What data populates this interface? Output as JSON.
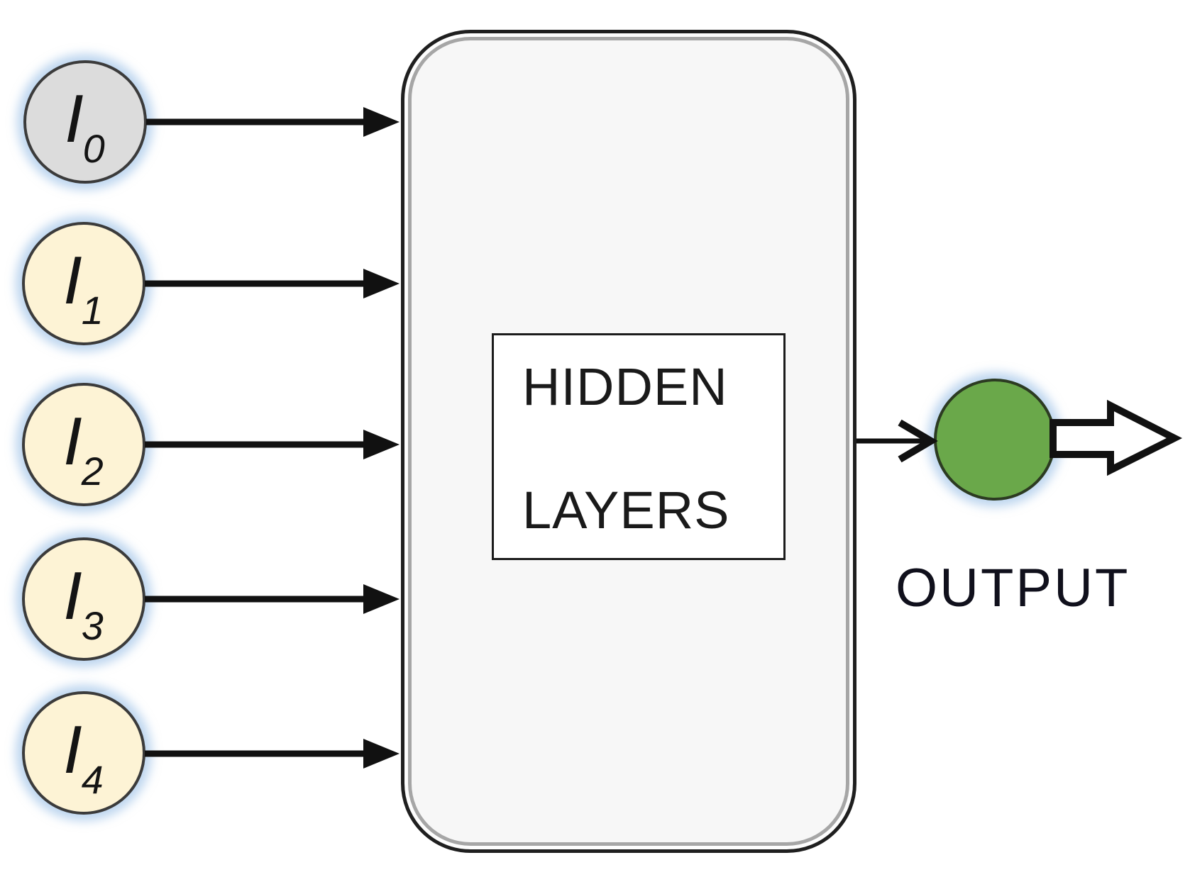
{
  "diagram": {
    "inputs": [
      {
        "base": "I",
        "sub": "0",
        "fill": "#dcdcdc"
      },
      {
        "base": "I",
        "sub": "1",
        "fill": "#fdf3d5"
      },
      {
        "base": "I",
        "sub": "2",
        "fill": "#fdf3d5"
      },
      {
        "base": "I",
        "sub": "3",
        "fill": "#fdf3d5"
      },
      {
        "base": "I",
        "sub": "4",
        "fill": "#fdf3d5"
      }
    ],
    "hidden_box": {
      "line1": "HIDDEN",
      "line2": "LAYERS"
    },
    "output": {
      "label": "OUTPUT",
      "fill": "#6aa84a"
    },
    "colors": {
      "node_glow_blue": "#89b4e1",
      "arrow_black": "#111111",
      "container_fill": "#f7f7f7",
      "container_border": "#1f1f1f",
      "container_inner_line": "#a6a6a6"
    }
  }
}
